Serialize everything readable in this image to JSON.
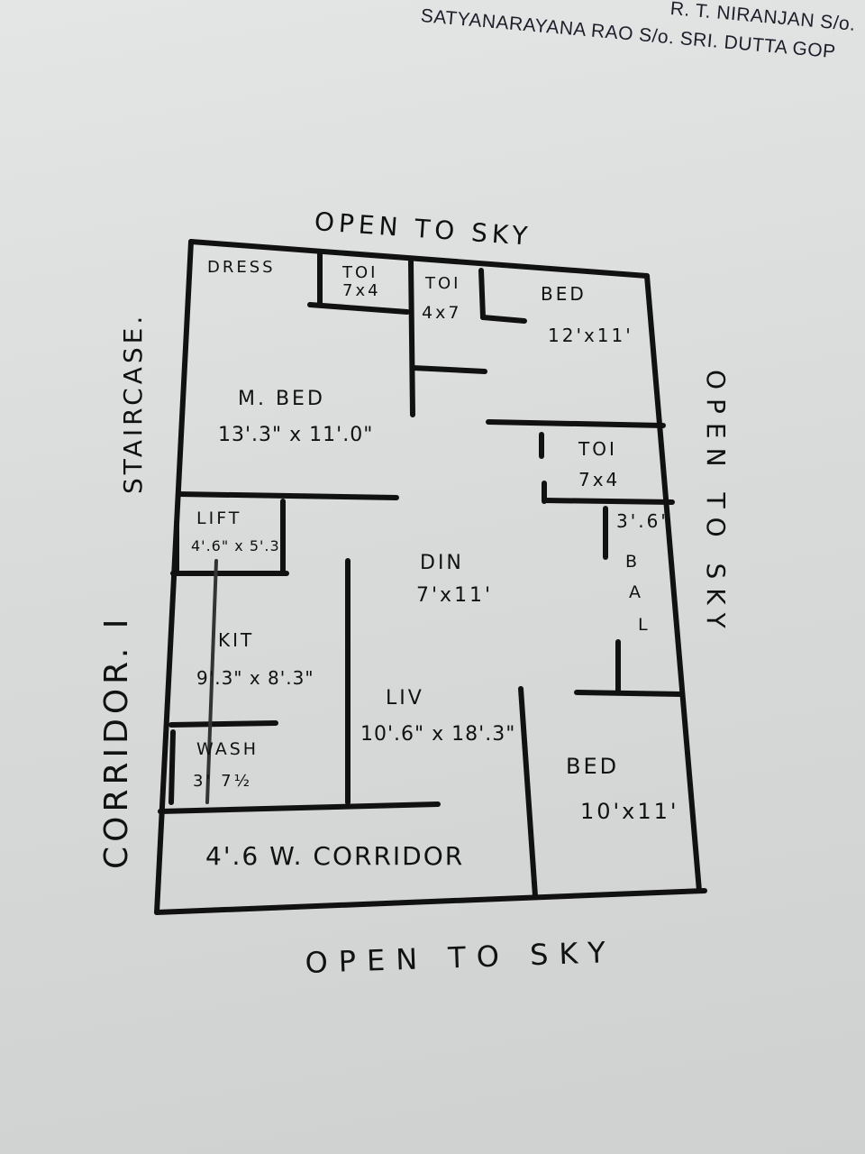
{
  "header": {
    "line1": "R. T. NIRANJAN S/o.",
    "line2": "SATYANARAYANA RAO   S/o. SRI. DUTTA GOP"
  },
  "surroundings": {
    "top": "OPEN TO SKY",
    "right": "OPEN TO SKY",
    "bottom": "OPEN TO SKY",
    "left_staircase": "STAIRCASE.",
    "left_corridor": "CORRIDOR. I"
  },
  "rooms": {
    "dress": {
      "name": "DRESS"
    },
    "toi_1": {
      "name": "TOI",
      "size": "7x4"
    },
    "toi_2": {
      "name": "TOI",
      "size": "4x7"
    },
    "bed_1": {
      "name": "BED",
      "size": "12'x11'"
    },
    "master_bed": {
      "name": "M. BED",
      "size": "13'.3\" x 11'.0\""
    },
    "toi_3": {
      "name": "TOI",
      "size": "7x4"
    },
    "lift": {
      "name": "LIFT",
      "size": "4'.6\" x 5'.3\""
    },
    "bal": {
      "size": "3'.6\"",
      "letters": [
        "B",
        "A",
        "L"
      ]
    },
    "din": {
      "name": "DIN",
      "size": "7'x11'"
    },
    "kit": {
      "name": "KIT",
      "size": "9'.3\" x 8'.3\""
    },
    "liv": {
      "name": "LIV",
      "size": "10'.6\" x 18'.3\""
    },
    "wash": {
      "name": "WASH",
      "size": "3' 7½"
    },
    "bed_2": {
      "name": "BED",
      "size": "10'x11'"
    },
    "corridor": {
      "name": "4'.6 W. CORRIDOR"
    }
  }
}
